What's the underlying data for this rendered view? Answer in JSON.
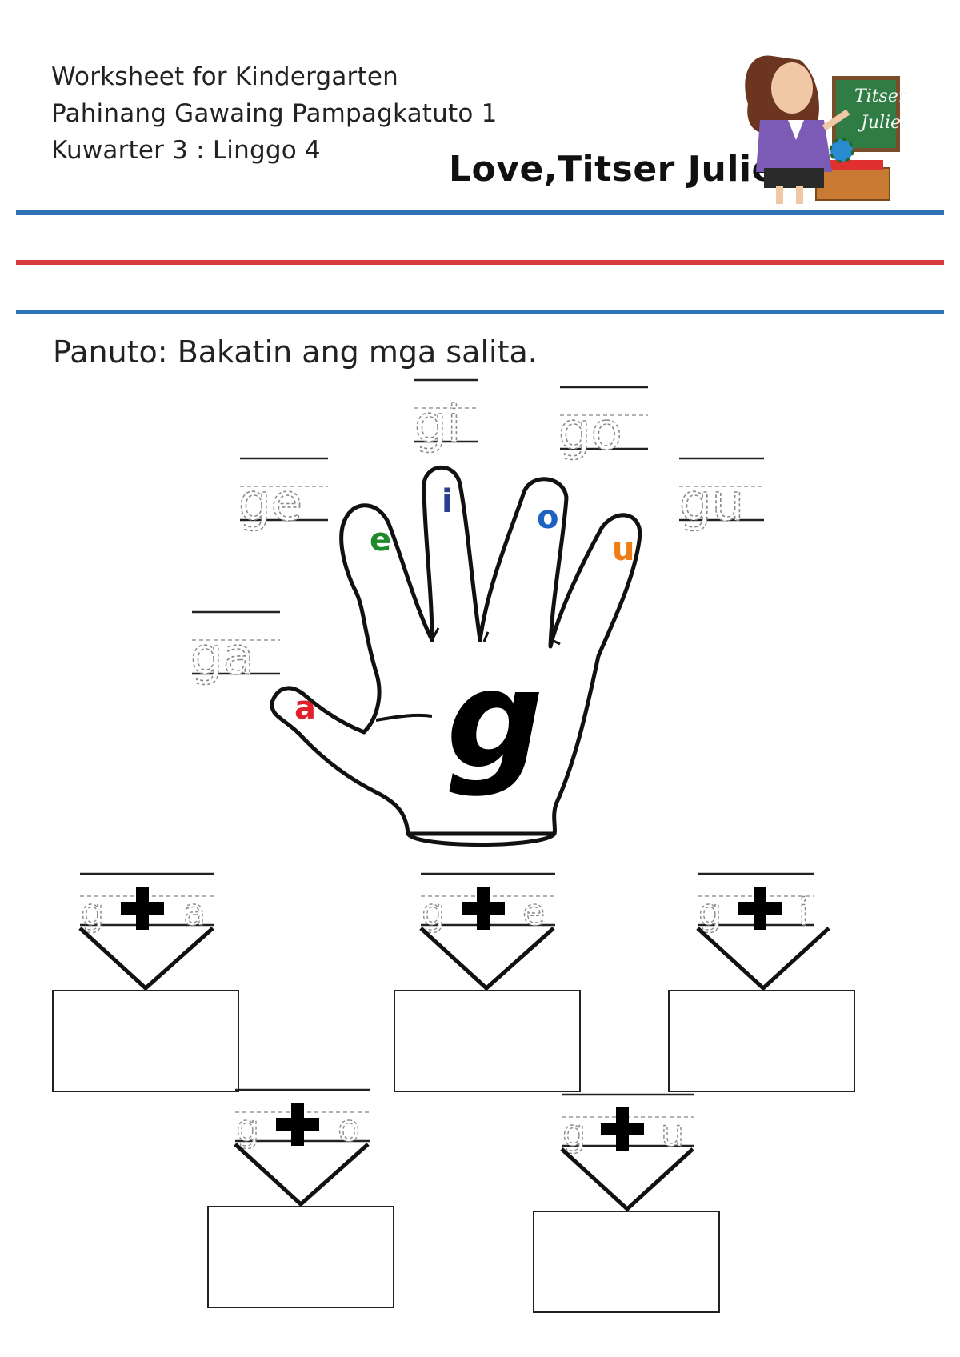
{
  "header": {
    "line1": "Worksheet for Kindergarten",
    "line2": "Pahinang Gawaing Pampagkatuto 1",
    "line3": "Kuwarter 3 : Linggo 4",
    "brand": "Love,Titser Julie"
  },
  "logo": {
    "icon": "teacher-illustration-icon",
    "board_line1": "Titser",
    "board_line2": "Julie"
  },
  "colors": {
    "rule_blue": "#2f72b8",
    "rule_red": "#d63a3f",
    "vowel_a": "#e0202b",
    "vowel_e": "#1f8a2b",
    "vowel_i": "#2b3f8f",
    "vowel_o": "#1b62c4",
    "vowel_u": "#ef7d14"
  },
  "instruction": "Panuto: Bakatin ang mga salita.",
  "hand": {
    "letter": "g",
    "fingers": [
      {
        "vowel": "a",
        "syllable": "ga"
      },
      {
        "vowel": "e",
        "syllable": "ge"
      },
      {
        "vowel": "i",
        "syllable": "gi"
      },
      {
        "vowel": "o",
        "syllable": "go"
      },
      {
        "vowel": "u",
        "syllable": "gu"
      }
    ]
  },
  "blending": [
    {
      "consonant": "g",
      "operator": "+",
      "vowel": "a"
    },
    {
      "consonant": "g",
      "operator": "+",
      "vowel": "e"
    },
    {
      "consonant": "g",
      "operator": "+",
      "vowel": "i"
    },
    {
      "consonant": "g",
      "operator": "+",
      "vowel": "o"
    },
    {
      "consonant": "g",
      "operator": "+",
      "vowel": "u"
    }
  ]
}
